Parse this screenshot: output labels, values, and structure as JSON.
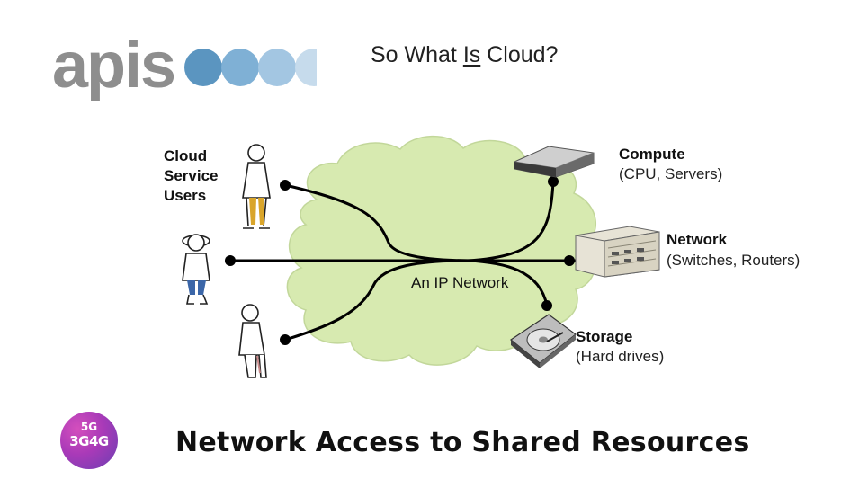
{
  "logo": {
    "text": "apis",
    "dot_colors": [
      "#5b95c0",
      "#7fb0d5",
      "#a3c6e2",
      "#c6dbec"
    ]
  },
  "slide": {
    "title_before": "So What ",
    "title_underlined": "Is",
    "title_after": " Cloud?"
  },
  "diagram": {
    "users_label": "Cloud Service Users",
    "cloud_label": "An IP Network",
    "cloud_color": "#d7eab0",
    "resources": {
      "compute": {
        "title": "Compute",
        "detail": "(CPU, Servers)",
        "icon": "server-icon"
      },
      "network": {
        "title": "Network",
        "detail": "(Switches, Routers)",
        "icon": "switch-rack-icon"
      },
      "storage": {
        "title": "Storage",
        "detail": "(Hard drives)",
        "icon": "hard-drive-icon"
      }
    },
    "user_icons": [
      "person-icon",
      "person-icon",
      "person-icon"
    ]
  },
  "badge": {
    "line1": "5G",
    "line2": "3G4G"
  },
  "footer": {
    "title": "Network Access to Shared Resources"
  }
}
